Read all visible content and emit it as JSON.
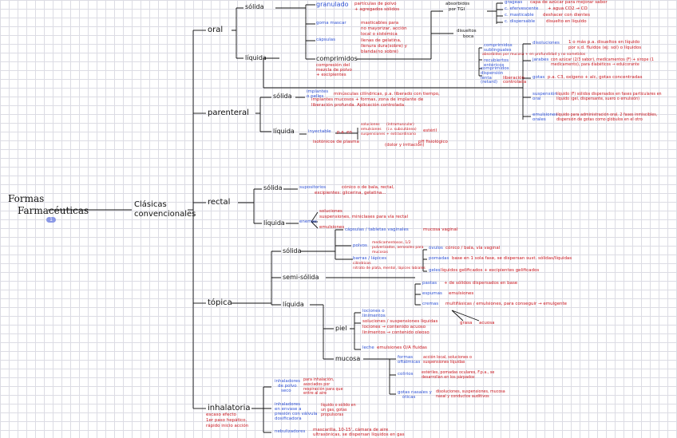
{
  "root": {
    "title_line1": "Formas",
    "title_line2": "Farmacéuticas",
    "badge": "1"
  },
  "classic": {
    "line1": "Clásicas",
    "line2": "convencionales"
  },
  "routes": {
    "oral": "oral",
    "parenteral": "parenteral",
    "rectal": "rectal",
    "topica": "tópica",
    "inhalatoria": "inhalatoria",
    "inhalatoria_note1": "escaso efecto",
    "inhalatoria_note2": "1er paso hepático,",
    "inhalatoria_note3": "rápido inicio acción"
  },
  "oral": {
    "solida": "sólida",
    "granulado": "granulado",
    "granulado_desc1": "partículas de polvo",
    "granulado_desc2": "+ agregados sólidos",
    "goma": "goma mascar",
    "goma_desc1": "masticables para",
    "goma_desc2": "no mayorizar, acción",
    "goma_desc3": "local o sistémica",
    "capsulas": "cápsulas",
    "capsulas_desc1": "llenas de gelatina,",
    "capsulas_desc2": "llenura dura(sobre) y",
    "capsulas_desc3": "blanda(no sobre)",
    "liquida": "líquida",
    "comprimidos": "comprimidos",
    "comprimidos_desc1": "compresión del",
    "comprimidos_desc2": "mezcla de polvo",
    "comprimidos_desc3": "+ excipientes",
    "absorbidos": "absorbidos",
    "absorbidos2": "por TGI",
    "disueltos": "disueltos",
    "disueltos2": "boca",
    "comp_sub1": "comprimidos",
    "comp_sub2": "sublinguales",
    "comp_sub_desc": "absorbidos por mucosa + en profundidad y no sometidos",
    "recubiertos1": "recubiertos",
    "recubiertos2": "entéricos",
    "comp_disp1": "comprimidos",
    "comp_disp2": "dispersión",
    "lenta1": "lenta",
    "lenta2": "(retard)",
    "lenta_desc1": "liberación",
    "lenta_desc2": "controlada",
    "top_right_1": "grageas",
    "top_right_1d": "capa de azúcar para mejorar sabor",
    "top_right_2": "c. efervescente",
    "top_right_2d": "+ agua CO2 → CO",
    "top_right_3": "c. masticable",
    "top_right_3d": "deshacer con dientes",
    "top_right_4": "c. dispersable",
    "top_right_4d": "disuelto en líquido",
    "disoluciones": "disoluciones",
    "disoluciones_desc1": "1 o más p.a. disueltos en líquido",
    "disoluciones_desc2": "por s.d. fluidos (ej: sol) o líquidos",
    "jarabes": "jarabes",
    "jarabes_desc": "con azúcar (2/3 sabor), medicamentos (F) + sirope (1 medicamento), para diabéticos → edulcorante",
    "gotas": "gotas",
    "gotas_desc": "p.a. C3, oxígeno + alc, gotas concentradas",
    "suspension1": "suspensión",
    "suspension2": "oral",
    "suspension_desc": "líquido (F) sólidos dispersados en fases particulares en líquido (gel, dispersante, suero o emulsión)",
    "emulsiones1": "emulsiones",
    "emulsiones2": "orales",
    "emulsiones_desc": "líquido para administración oral, 2 fases inmiscibles, dispersión de gotas como glóbulos en el otro"
  },
  "parenteral": {
    "solida": "sólida",
    "implantes": "implantes",
    "pelles": "o pelles",
    "implantes_desc1": "minúsculas cilíndricas, p.a. liberado con tiempo,",
    "implantes_desc2": "implantes mucosos + formas, zona de implante de",
    "implantes_desc3": "liberación profunda. Aplicación controlada.",
    "liquida": "líquida",
    "inyectable": "inyectable",
    "pa_en": "p.a. en",
    "inj_desc1": "soluciones",
    "inj_desc2": "emulsiones",
    "inj_desc3": "suspensiones",
    "inj_desc4": "(intramuscular)",
    "inj_desc5": "(i.v. subcutánea)",
    "inj_desc6": "+ extraordinario",
    "inj_desc7": "estéril",
    "inj_note1": "isotónicos de plasma",
    "inj_note2": "(dolor y irritación)",
    "inj_note3": "pH fisiológico"
  },
  "rectal": {
    "solida": "sólida",
    "supositorios": "supositorios",
    "supositorios_desc1": "cónico o de bala, rectal,",
    "supositorios_desc2": "excipientes: glicerina, gelatina...",
    "liquida": "líquida",
    "enemas": "enemas",
    "enemas_desc1": "soluciones",
    "enemas_desc2": "suspensiones, miniclases para vía rectal",
    "enemas_desc3": "emulsiones"
  },
  "topica": {
    "solida": "sólida",
    "capsulas_tab": "cápsulas / tabletas vaginales",
    "capsulas_tab_desc": "mucosa vaginal",
    "polvos": "polvos",
    "polvos_desc1": "medicamentosos, 1/2",
    "polvos_desc2": "pulverizados, aerosoles para",
    "polvos_desc3": "mucosas",
    "ovulos": "óvulos",
    "ovulos_desc": "cónico / bala, vía vaginal",
    "barras": "barras / lápices",
    "barras_desc1": "cilíndricos",
    "barras_desc2": "nitrato de plata, mentol, lápices labiales",
    "semisolida": "semi-sólida",
    "pomadas": "pomadas",
    "pomadas_desc": "base en 1 sola fase, se dispersan sust. sólidas/líquidas",
    "geles": "geles",
    "geles_desc": "líquidos gelificados + excipientes gelificados",
    "pastas": "pastas",
    "pastas_desc": "+ de sólidos dispersados en base",
    "espumas": "espumas",
    "espumas_desc": "emulsiones",
    "cremas": "cremas",
    "cremas_desc": "multifásicas / emulsiones, para conseguir → emulgente",
    "grasa": "grasa",
    "acuosa": "acuosa",
    "liquida": "líquida",
    "piel": "piel",
    "lociones_a": "lociones o",
    "lociones_b": "linimentos",
    "soluciones_susp": "soluciones / suspensiones líquidas",
    "lociones_c": "lociones → contenido acuoso",
    "lociones_d": "linimentos → contenido oleoso",
    "leche": "leche",
    "leche_desc": "emulsiones O/A fluidas",
    "mucosa": "mucosa",
    "formas1": "formas",
    "formas2": "oftálmicas",
    "formas_desc": "acción local, soluciones o suspensiones líquidas",
    "colirios": "colirios",
    "colirios_desc": "estériles, pomadas oculares, F.p.a., se desarrollan en los párpados",
    "gotas_nasales1": "gotas nasales y",
    "gotas_nasales2": "óticas",
    "gotas_desc": "disoluciones, suspensiones, mucosa nasal y conductos auditivos"
  },
  "inhalatoria": {
    "inh_polvo1": "inhaladores",
    "inh_polvo2": "de polvo",
    "inh_polvo3": "seco",
    "inh_polvo_desc": "para inhalación, asociados por respiración para que entre al aire",
    "inh_presion1": "inhaladores",
    "inh_presion2": "en envase a",
    "inh_presion3": "presión con válvula",
    "inh_presion4": "dosificadora",
    "inh_presion_desc": "líquido o sólido en un gas, gotas propulsoras",
    "nebulizadores": "nebulizadores",
    "neb_desc1": "mascarilla, 10-15', cámara de aire",
    "neb_desc2": "ultrasónicas, se dispersan líquidos en gas"
  }
}
